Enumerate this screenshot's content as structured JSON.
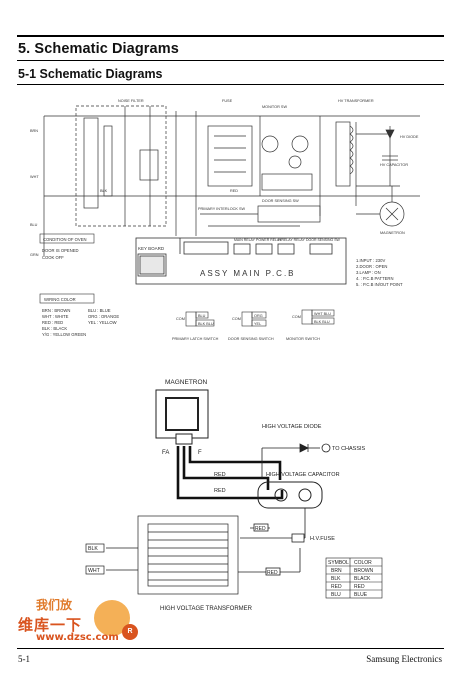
{
  "page": {
    "section_title": "5. Schematic Diagrams",
    "subsection_title": "5-1 Schematic Diagrams",
    "footer_left": "5-1",
    "footer_right": "Samsung Electronics"
  },
  "schematic": {
    "top_labels": [
      "MAGNETRON",
      "HV CAPACITOR",
      "HV DIODE",
      "HV TRANSFORMER",
      "FUSE",
      "NOISE FILTER",
      "MONITOR SW",
      "DOOR SENSING SW",
      "PRIMARY INTERLOCK SW",
      "BLK",
      "BRN",
      "RED",
      "WHT",
      "BLU",
      "GRN"
    ],
    "key_board": "KEY BOARD",
    "main_pcb": "ASSY MAIN P.C.B",
    "relay_labels": [
      "MAIN RELAY",
      "POWER RELAY",
      "HIRELAY RELAY",
      "DOOR SENSING SW"
    ],
    "condition_title": "CONDITION OF OVEN",
    "condition_lines": [
      "DOOR IS OPENED",
      "COOK OFF"
    ],
    "wiring_title": "WIRING COLOR",
    "wiring_left": [
      "BRN : BROWN",
      "WHT : WHITE",
      "RED : RED",
      "BLK : BLACK",
      "Y/G : YELLOW GREEN"
    ],
    "wiring_right": [
      "BLU : BLUE",
      "ORG : ORANGE",
      "YEL : YELLOW"
    ],
    "notes": [
      "1.INPUT : 230V",
      "2.DOOR : OPEN",
      "3.LAMP : ON",
      "4.  : P.C.B PATTERN",
      "5.  : P.C.B IN/OUT POINT"
    ],
    "switches": [
      {
        "name": "PRIMARY LATCH SWITCH",
        "com": "COM",
        "wires": [
          "BLU",
          "BLK BLU"
        ]
      },
      {
        "name": "DOOR SENSING SWITCH",
        "com": "COM",
        "wires": [
          "ORG",
          "YEL"
        ]
      },
      {
        "name": "MONITOR SWITCH",
        "com": "COM",
        "wires": [
          "WHT BLU",
          "BLK BLU"
        ]
      }
    ]
  },
  "hv_diagram": {
    "magnetron": "MAGNETRON",
    "fa": "FA",
    "f": "F",
    "diode": "HIGH VOLTAGE DIODE",
    "chassis": "TO CHASSIS",
    "capacitor": "HIGH VOLTAGE CAPACITOR",
    "hv_fuse": "H.V.FUSE",
    "transformer": "HIGH VOLTAGE TRANSFORMER",
    "wire_red": "RED",
    "wire_blk": "BLK",
    "wire_wht": "WHT",
    "legend_header": [
      "SYMBOL",
      "COLOR"
    ],
    "legend_rows": [
      [
        "BRN",
        "BROWN"
      ],
      [
        "BLK",
        "BLACK"
      ],
      [
        "RED",
        "RED"
      ],
      [
        "BLU",
        "BLUE"
      ]
    ]
  },
  "watermark": {
    "top": "我们放",
    "cn": "维库一下",
    "url": "www.dzsc.com",
    "mark": "R"
  }
}
